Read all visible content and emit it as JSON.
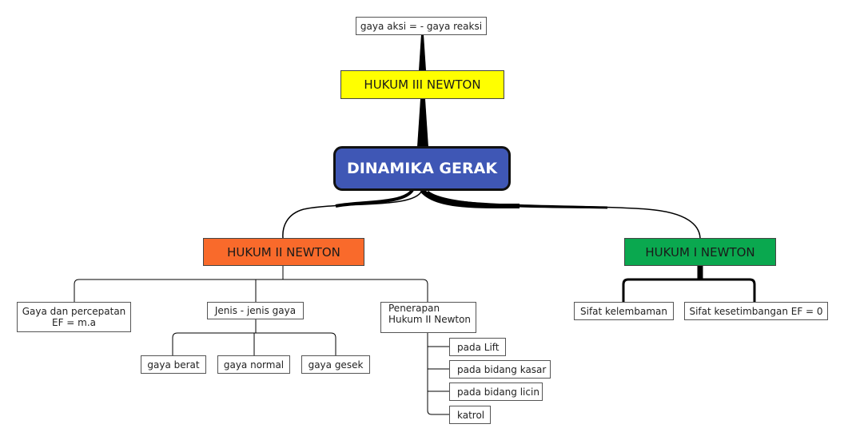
{
  "central": {
    "label": "DINAMIKA GERAK",
    "color": "#3f57b5"
  },
  "hukum3": {
    "label": "HUKUM III NEWTON",
    "color": "#ffff00",
    "children": [
      "gaya aksi = - gaya reaksi"
    ]
  },
  "hukum2": {
    "label": "HUKUM II NEWTON",
    "color": "#f96a2b",
    "children": [
      {
        "line1": "Gaya dan percepatan",
        "line2": "EF = m.a"
      },
      {
        "label": "Jenis - jenis gaya",
        "children": [
          "gaya berat",
          "gaya normal",
          "gaya gesek"
        ]
      },
      {
        "line1": "Penerapan",
        "line2": "Hukum II Newton",
        "children": [
          "pada Lift",
          "pada bidang kasar",
          "pada bidang licin",
          "katrol"
        ]
      }
    ]
  },
  "hukum1": {
    "label": "HUKUM I NEWTON",
    "color": "#0aa84f",
    "children": [
      "Sifat kelembaman",
      "Sifat kesetimbangan EF = 0"
    ]
  }
}
